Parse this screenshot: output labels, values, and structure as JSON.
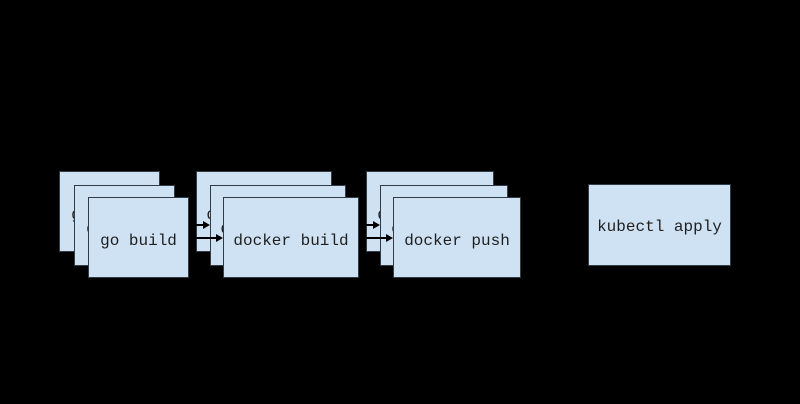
{
  "diagram": {
    "stacks": [
      {
        "label": "go build",
        "layers": 3
      },
      {
        "label": "docker build",
        "layers": 3
      },
      {
        "label": "docker push",
        "layers": 3
      }
    ],
    "final": {
      "label": "kubectl apply"
    },
    "arrows": [
      {
        "from": "go build",
        "to": "docker build",
        "layer": "middle"
      },
      {
        "from": "go build",
        "to": "docker build",
        "layer": "front"
      },
      {
        "from": "docker build",
        "to": "docker push",
        "layer": "middle"
      },
      {
        "from": "docker build",
        "to": "docker push",
        "layer": "front"
      }
    ],
    "colors": {
      "background": "#000000",
      "box_fill": "#cfe2f3",
      "box_border": "#333c44",
      "text": "#1f1f1f",
      "arrow": "#000000"
    }
  }
}
